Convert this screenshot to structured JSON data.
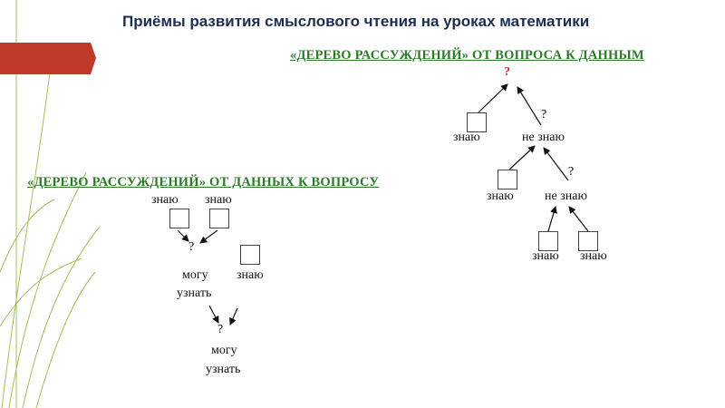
{
  "slide": {
    "title": "Приёмы развития смыслового чтения на уроках математики"
  },
  "tree_top": {
    "heading": "«ДЕРЕВО РАССУЖДЕНИЙ»  ОТ ВОПРОСА К ДАННЫМ",
    "root_q": "?",
    "q_right_1": "?",
    "known_left_1": "знаю",
    "unknown_1": "не знаю",
    "q_right_2": "?",
    "known_left_2": "знаю",
    "unknown_2": "не знаю",
    "known_leaf_a": "знаю",
    "known_leaf_b": "знаю"
  },
  "tree_bottom": {
    "heading": "«ДЕРЕВО РАССУЖДЕНИЙ» ОТ ДАННЫХ  К  ВОПРОСУ",
    "known_a": "знаю",
    "known_b": "знаю",
    "q_1": "?",
    "can_find_1_l1": "могу",
    "can_find_1_l2": "узнать",
    "known_c": "знаю",
    "q_2": "?",
    "can_find_2_l1": "могу",
    "can_find_2_l2": "узнать"
  },
  "colors": {
    "title": "#1f2d4f",
    "heading": "#2d7a2a",
    "accent_bar": "#c0392b",
    "question_red": "#c0392b"
  }
}
